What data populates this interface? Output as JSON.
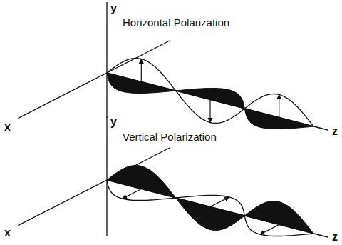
{
  "diagram": {
    "labels": [
      "y",
      "Horizontal Polarization",
      "x",
      "z",
      "y",
      "Vertical Polarization",
      "x",
      "z"
    ]
  }
}
